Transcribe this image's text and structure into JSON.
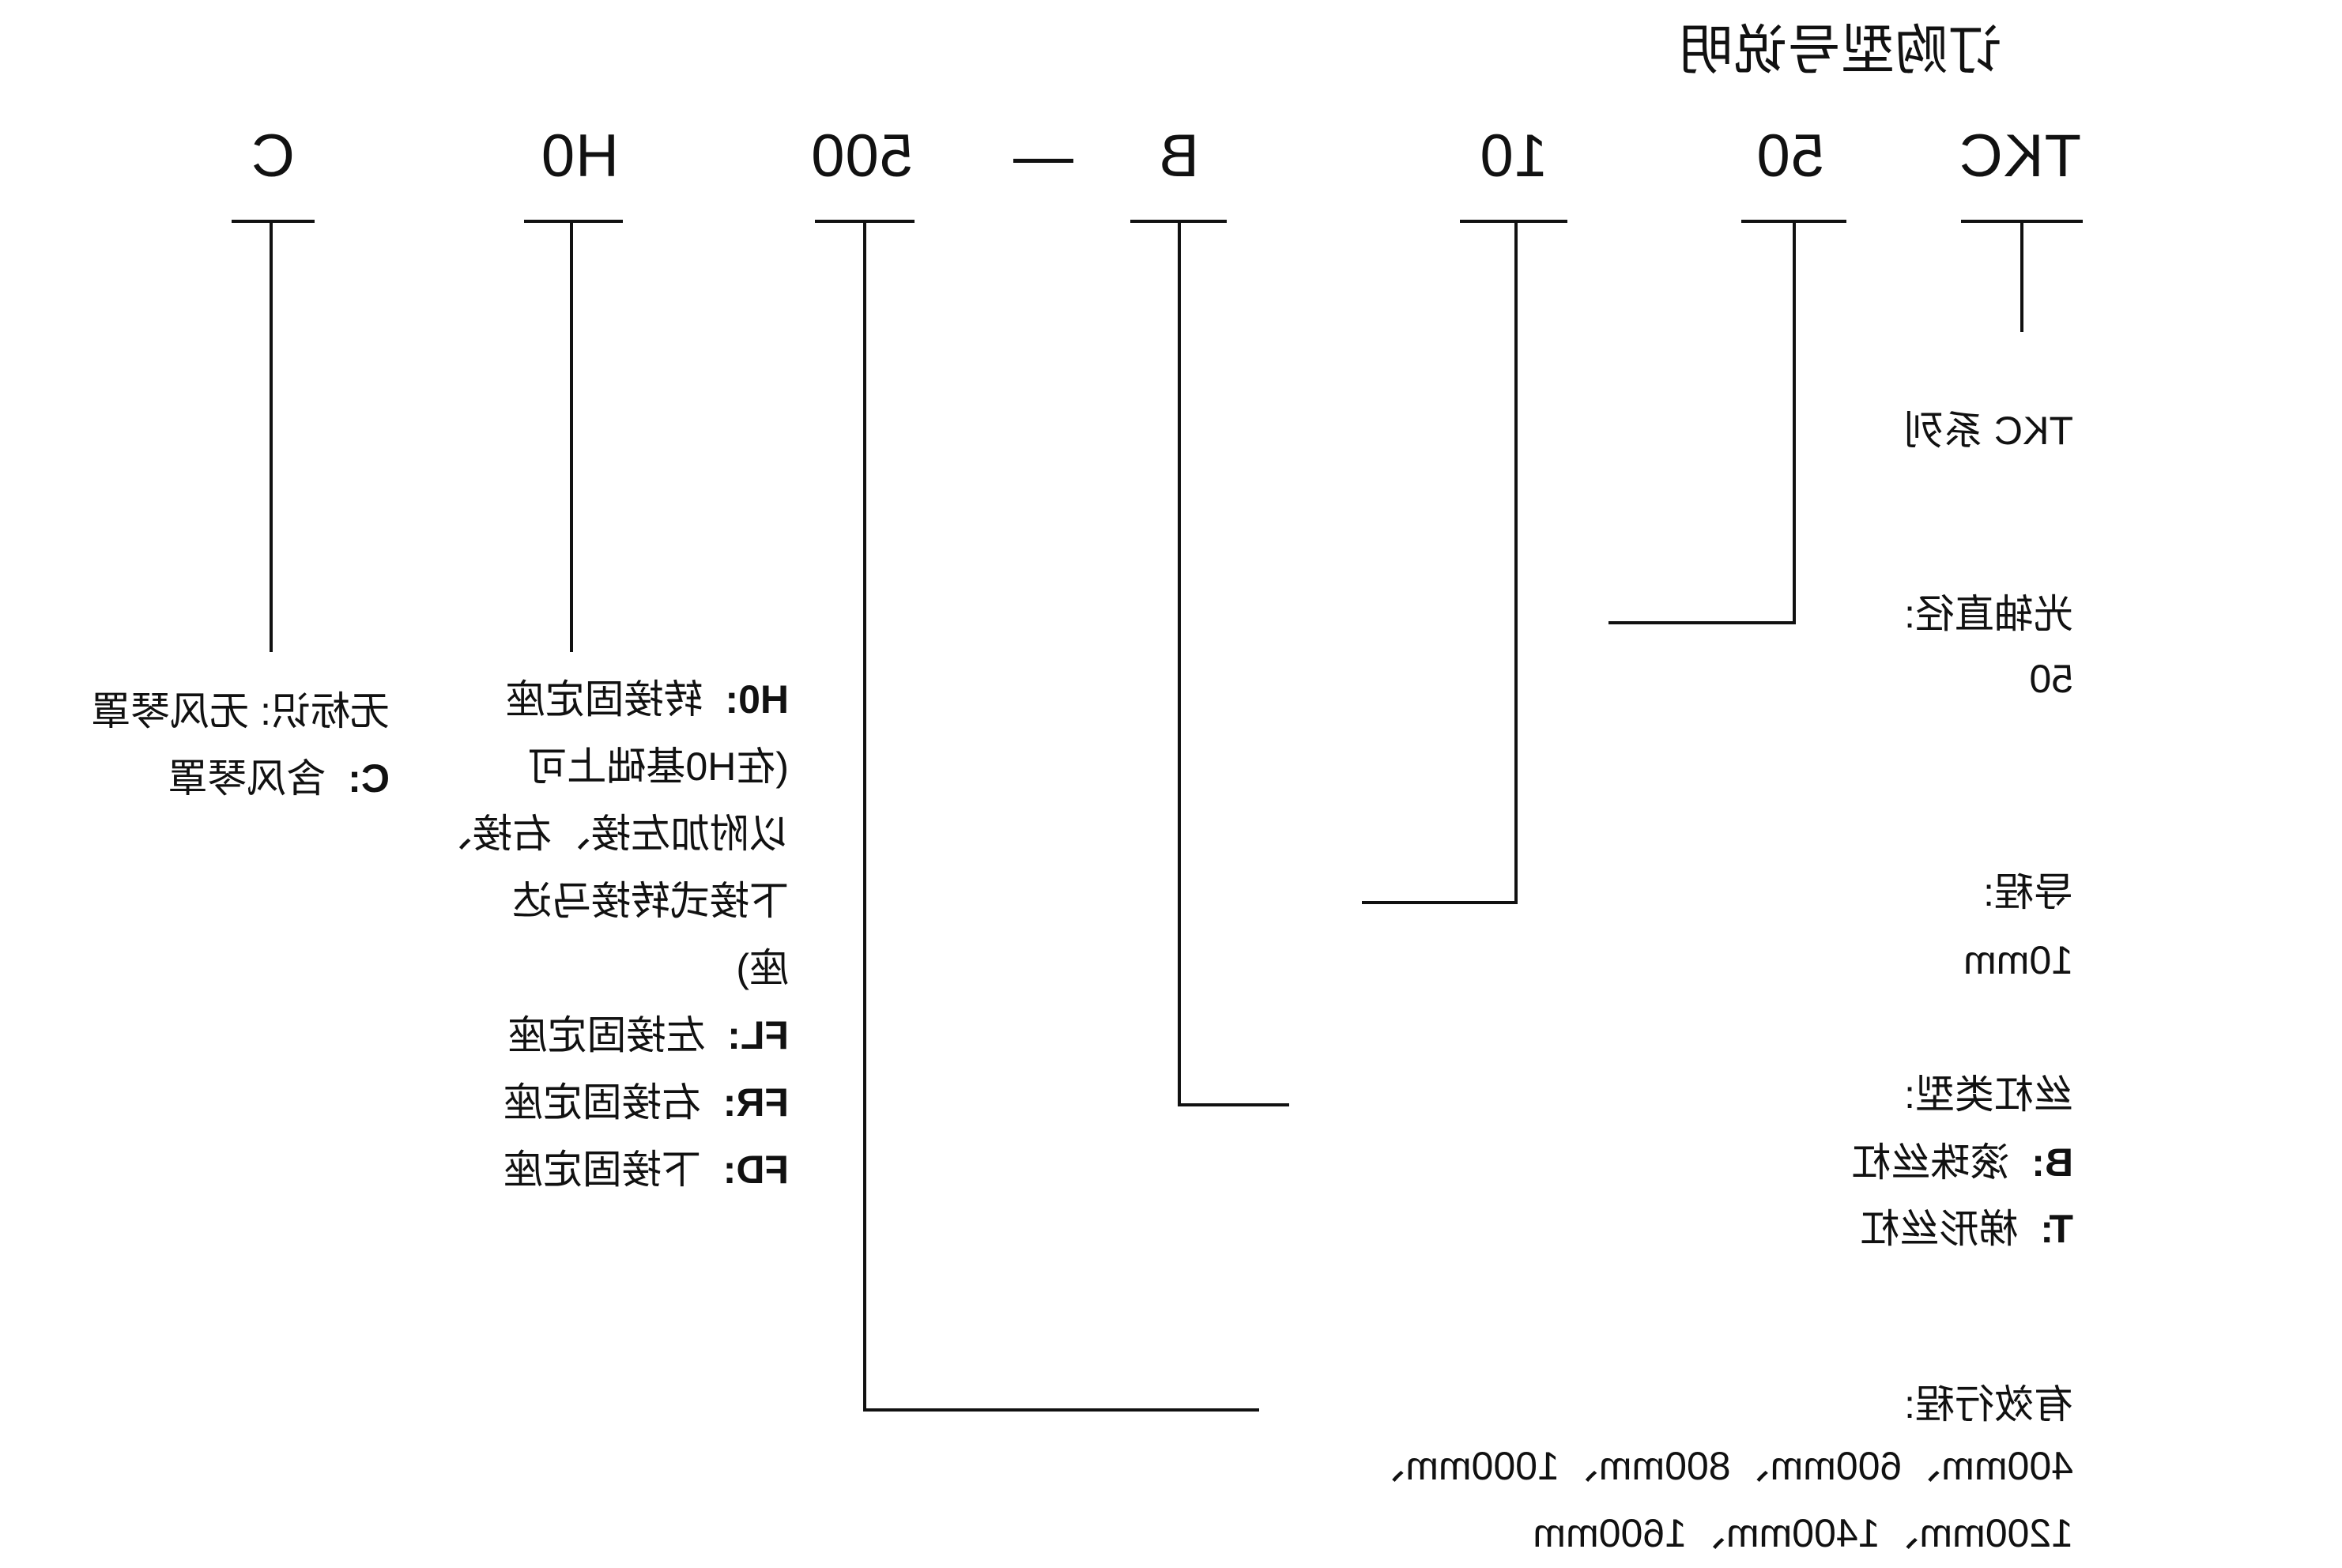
{
  "title": "订购型号说明",
  "codes": [
    "TKC",
    "50",
    "10",
    "B",
    "—",
    "500",
    "H0",
    "C"
  ],
  "descriptions": {
    "series": "TKC 系列",
    "shaft_label": "光轴直径:",
    "shaft_value": "50",
    "lead_label": "导程:",
    "lead_value": "10mm",
    "screw_label": "丝杠类型:",
    "screw_b_key": "B:",
    "screw_b_val": "滚珠丝杠",
    "screw_t_key": "T:",
    "screw_t_val": "梯形丝杠",
    "stroke_label": "有效行程:",
    "stroke_line1": "400mm、600mm、800mm、1000mm、",
    "stroke_line2": "1200mm、1400mm、1600mm",
    "mount_h0_key": "H0:",
    "mount_h0_line1": "转接固定座",
    "mount_h0_line2": "(在H0基础上可",
    "mount_h0_line3": "以附加左接、右接、",
    "mount_h0_line4": "下接式转接马达",
    "mount_h0_line5": "座)",
    "mount_fl_key": "FL:",
    "mount_fl_val": "左接固定座",
    "mount_fr_key": "FR:",
    "mount_fr_val": "右接固定座",
    "mount_fd_key": "FD:",
    "mount_fd_val": "下接固定座",
    "cover_none_key": "无标识:",
    "cover_none_val": "无风琴罩",
    "cover_c_key": "C:",
    "cover_c_val": "含风琴罩"
  }
}
